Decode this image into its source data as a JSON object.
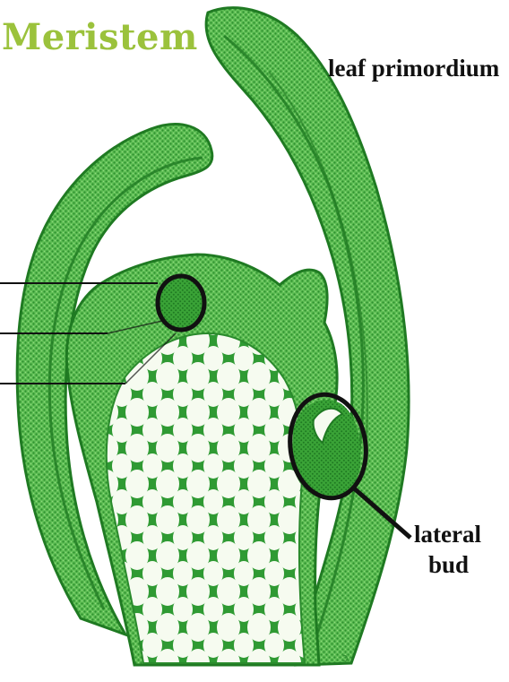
{
  "title": "Meristem",
  "labels": {
    "leaf_primordium": "leaf primordium",
    "lateral_bud_line1": "lateral",
    "lateral_bud_line2": "bud"
  },
  "colors": {
    "title": "#9bc23c",
    "tissue_light": "#66c45a",
    "tissue_mid": "#3fa83a",
    "tissue_dark": "#1e7a24",
    "cell_fill": "#f7fbf2",
    "leader": "#111111"
  }
}
